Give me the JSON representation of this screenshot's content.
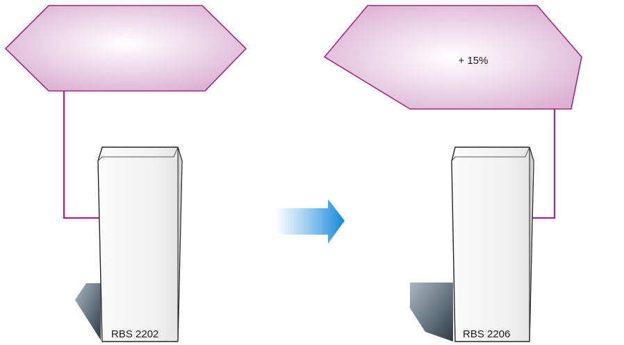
{
  "diagram": {
    "left": {
      "cabinet_label": "RBS 2202",
      "cell_label": ""
    },
    "right": {
      "cabinet_label": "RBS 2206",
      "cell_label": "+ 15%"
    }
  },
  "colors": {
    "connector": "#b0207e",
    "hexagon_stroke": "#a0287a",
    "hexagon_fill_center": "#ffffff",
    "hexagon_fill_edge": "#dfb8d6",
    "cabinet_face": "#f1f1f1",
    "cabinet_stroke": "#222222",
    "arrow_start": "#ffffff",
    "arrow_end": "#1a8fdc"
  },
  "icons": {
    "arrow": "right-arrow-icon",
    "cell": "coverage-hexagon",
    "cabinet": "base-station-cabinet"
  }
}
